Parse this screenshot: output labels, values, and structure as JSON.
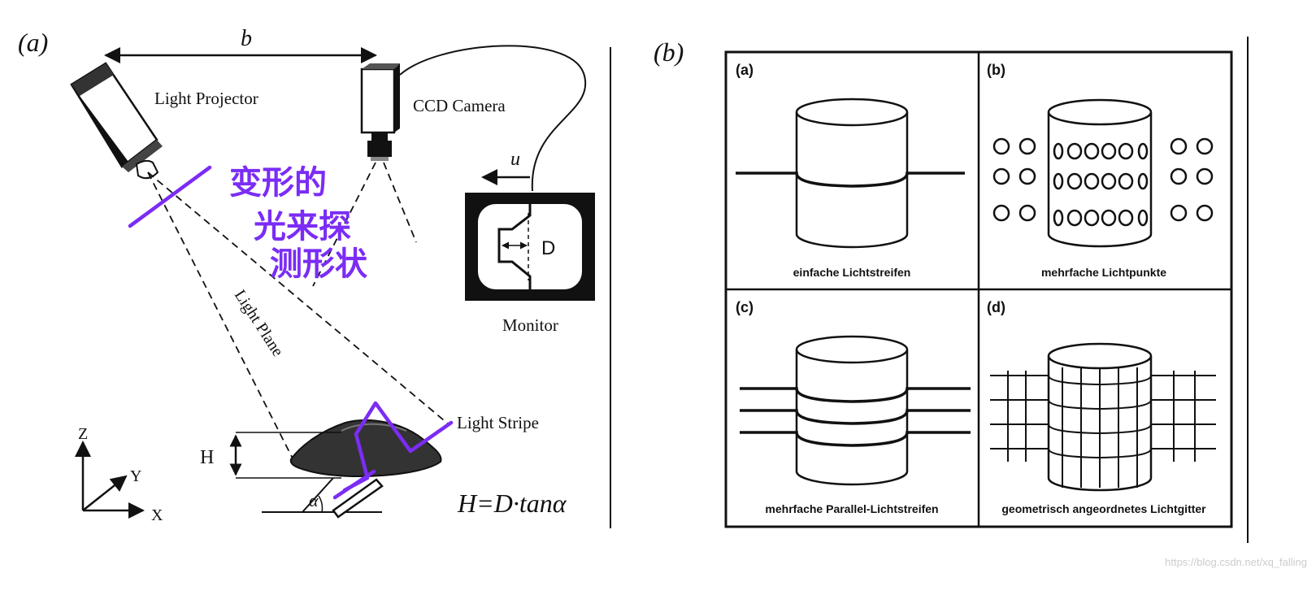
{
  "panel_a": {
    "label": "(a)",
    "baseline_label": "b",
    "projector_label": "Light Projector",
    "camera_label": "CCD Camera",
    "monitor_label": "Monitor",
    "monitor_d_label": "D",
    "u_label": "u",
    "light_plane_label": "Light Plane",
    "light_stripe_label": "Light Stripe",
    "height_label": "H",
    "alpha_label": "α",
    "axis_z": "Z",
    "axis_y": "Y",
    "axis_x": "X",
    "formula": "H=D·tanα",
    "handwritten_note": [
      "变形的",
      "光来探",
      "测形状"
    ]
  },
  "panel_b": {
    "label": "(b)",
    "cells": [
      {
        "tag": "(a)",
        "caption": "einfache Lichtstreifen"
      },
      {
        "tag": "(b)",
        "caption": "mehrfache Lichtpunkte"
      },
      {
        "tag": "(c)",
        "caption": "mehrfache Parallel-Lichtstreifen"
      },
      {
        "tag": "(d)",
        "caption": "geometrisch angeordnetes Lichtgitter"
      }
    ]
  },
  "watermark": "https://blog.csdn.net/xq_falling",
  "colors": {
    "ink": "#111111",
    "annotation": "#7b2cf5",
    "watermark": "#cccccc"
  }
}
